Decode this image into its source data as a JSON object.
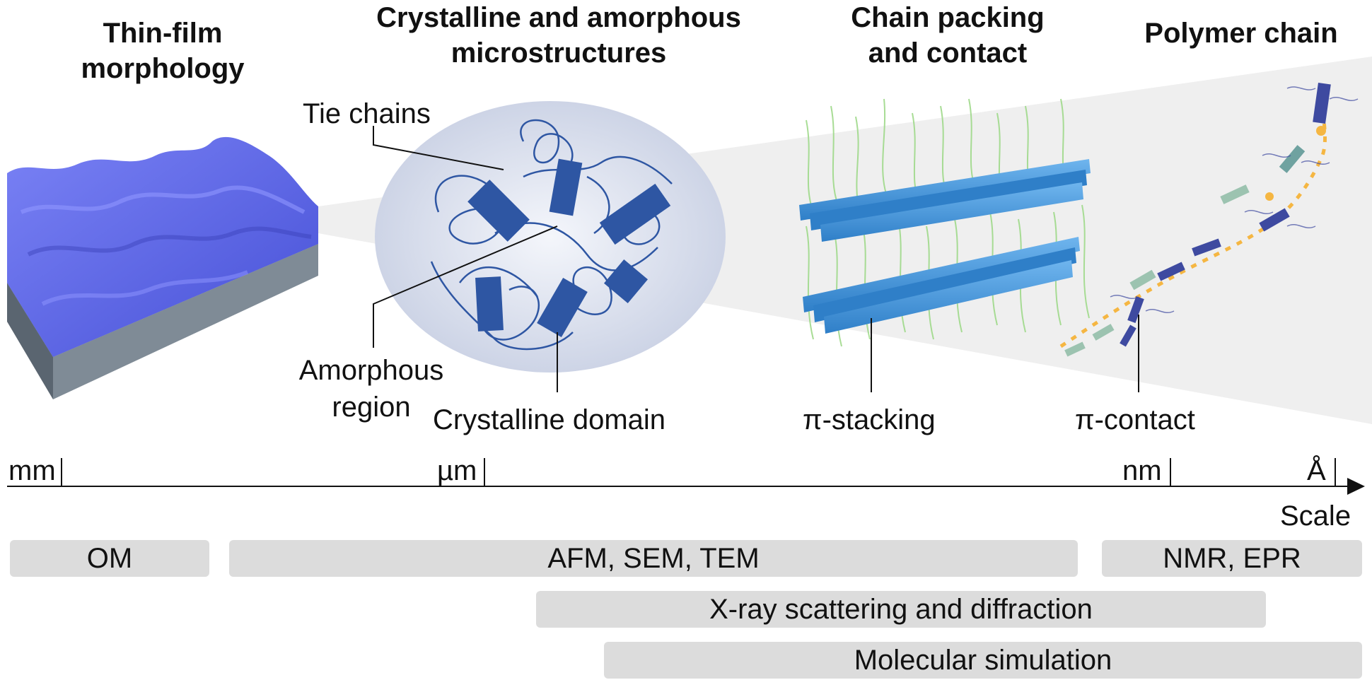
{
  "headers": {
    "thin_film": [
      "Thin-film",
      "morphology"
    ],
    "micro": [
      "Crystalline and amorphous",
      "microstructures"
    ],
    "packing": [
      "Chain packing",
      "and contact"
    ],
    "chain": [
      "Polymer chain"
    ]
  },
  "labels": {
    "tie_chains": "Tie chains",
    "amorphous": [
      "Amorphous",
      "region"
    ],
    "crystalline": "Crystalline domain",
    "pi_stacking": "π-stacking",
    "pi_contact": "π-contact"
  },
  "scale": {
    "units": [
      "mm",
      "µm",
      "nm",
      "Å"
    ],
    "axis_label": "Scale"
  },
  "techniques": {
    "om": "OM",
    "afm": "AFM, SEM, TEM",
    "nmr": "NMR, EPR",
    "xray": "X-ray scattering and diffraction",
    "sim": "Molecular simulation"
  },
  "colors": {
    "film": "#5b63e6",
    "film_base": "#6f7b86",
    "domain": "#2e56a3",
    "stack": "#3a8fd6",
    "side_chain": "#9fd98a",
    "chain_accent": "#f5b642",
    "technique_bar": "#dcdcdc"
  }
}
